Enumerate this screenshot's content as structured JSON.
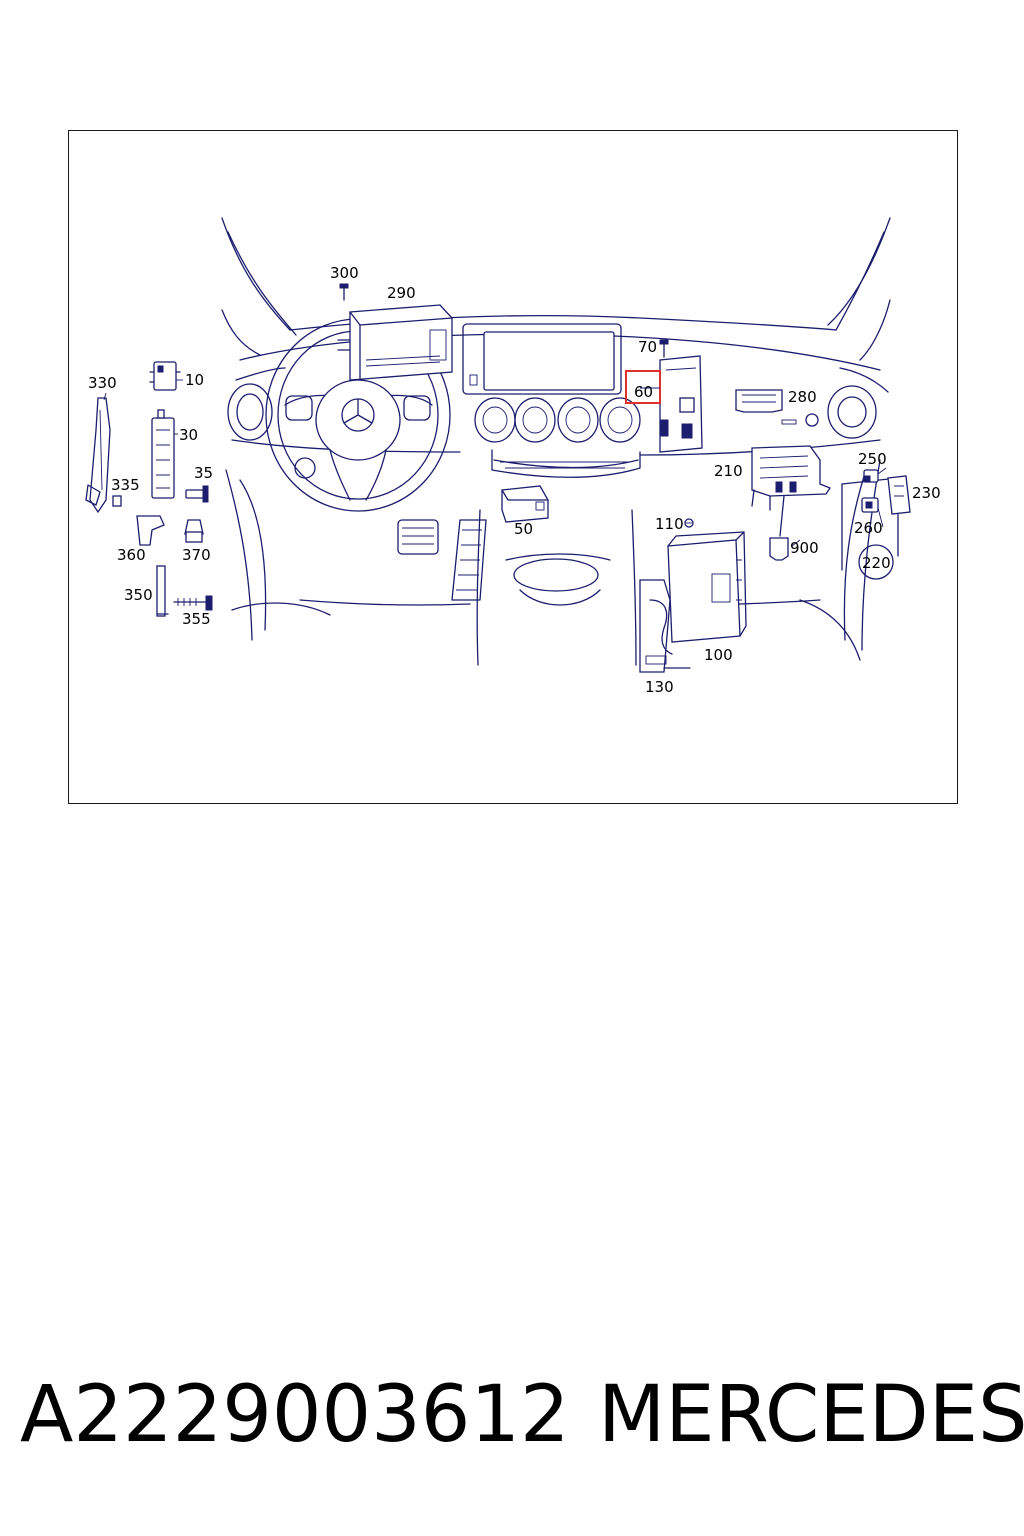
{
  "diagram": {
    "callouts": {
      "c10": "10",
      "c30": "30",
      "c35": "35",
      "c50": "50",
      "c60": "60",
      "c70": "70",
      "c100": "100",
      "c110": "110",
      "c130": "130",
      "c210": "210",
      "c220": "220",
      "c230": "230",
      "c250": "250",
      "c260": "260",
      "c280": "280",
      "c290": "290",
      "c300": "300",
      "c330": "330",
      "c335": "335",
      "c350": "350",
      "c355": "355",
      "c360": "360",
      "c370": "370",
      "c900": "900"
    },
    "highlight": {
      "callout": "60",
      "color": "#e03030"
    },
    "line_color": "#1c1d6e"
  },
  "footer": {
    "part_number": "A2229003612",
    "brand": "MERCEDES"
  }
}
